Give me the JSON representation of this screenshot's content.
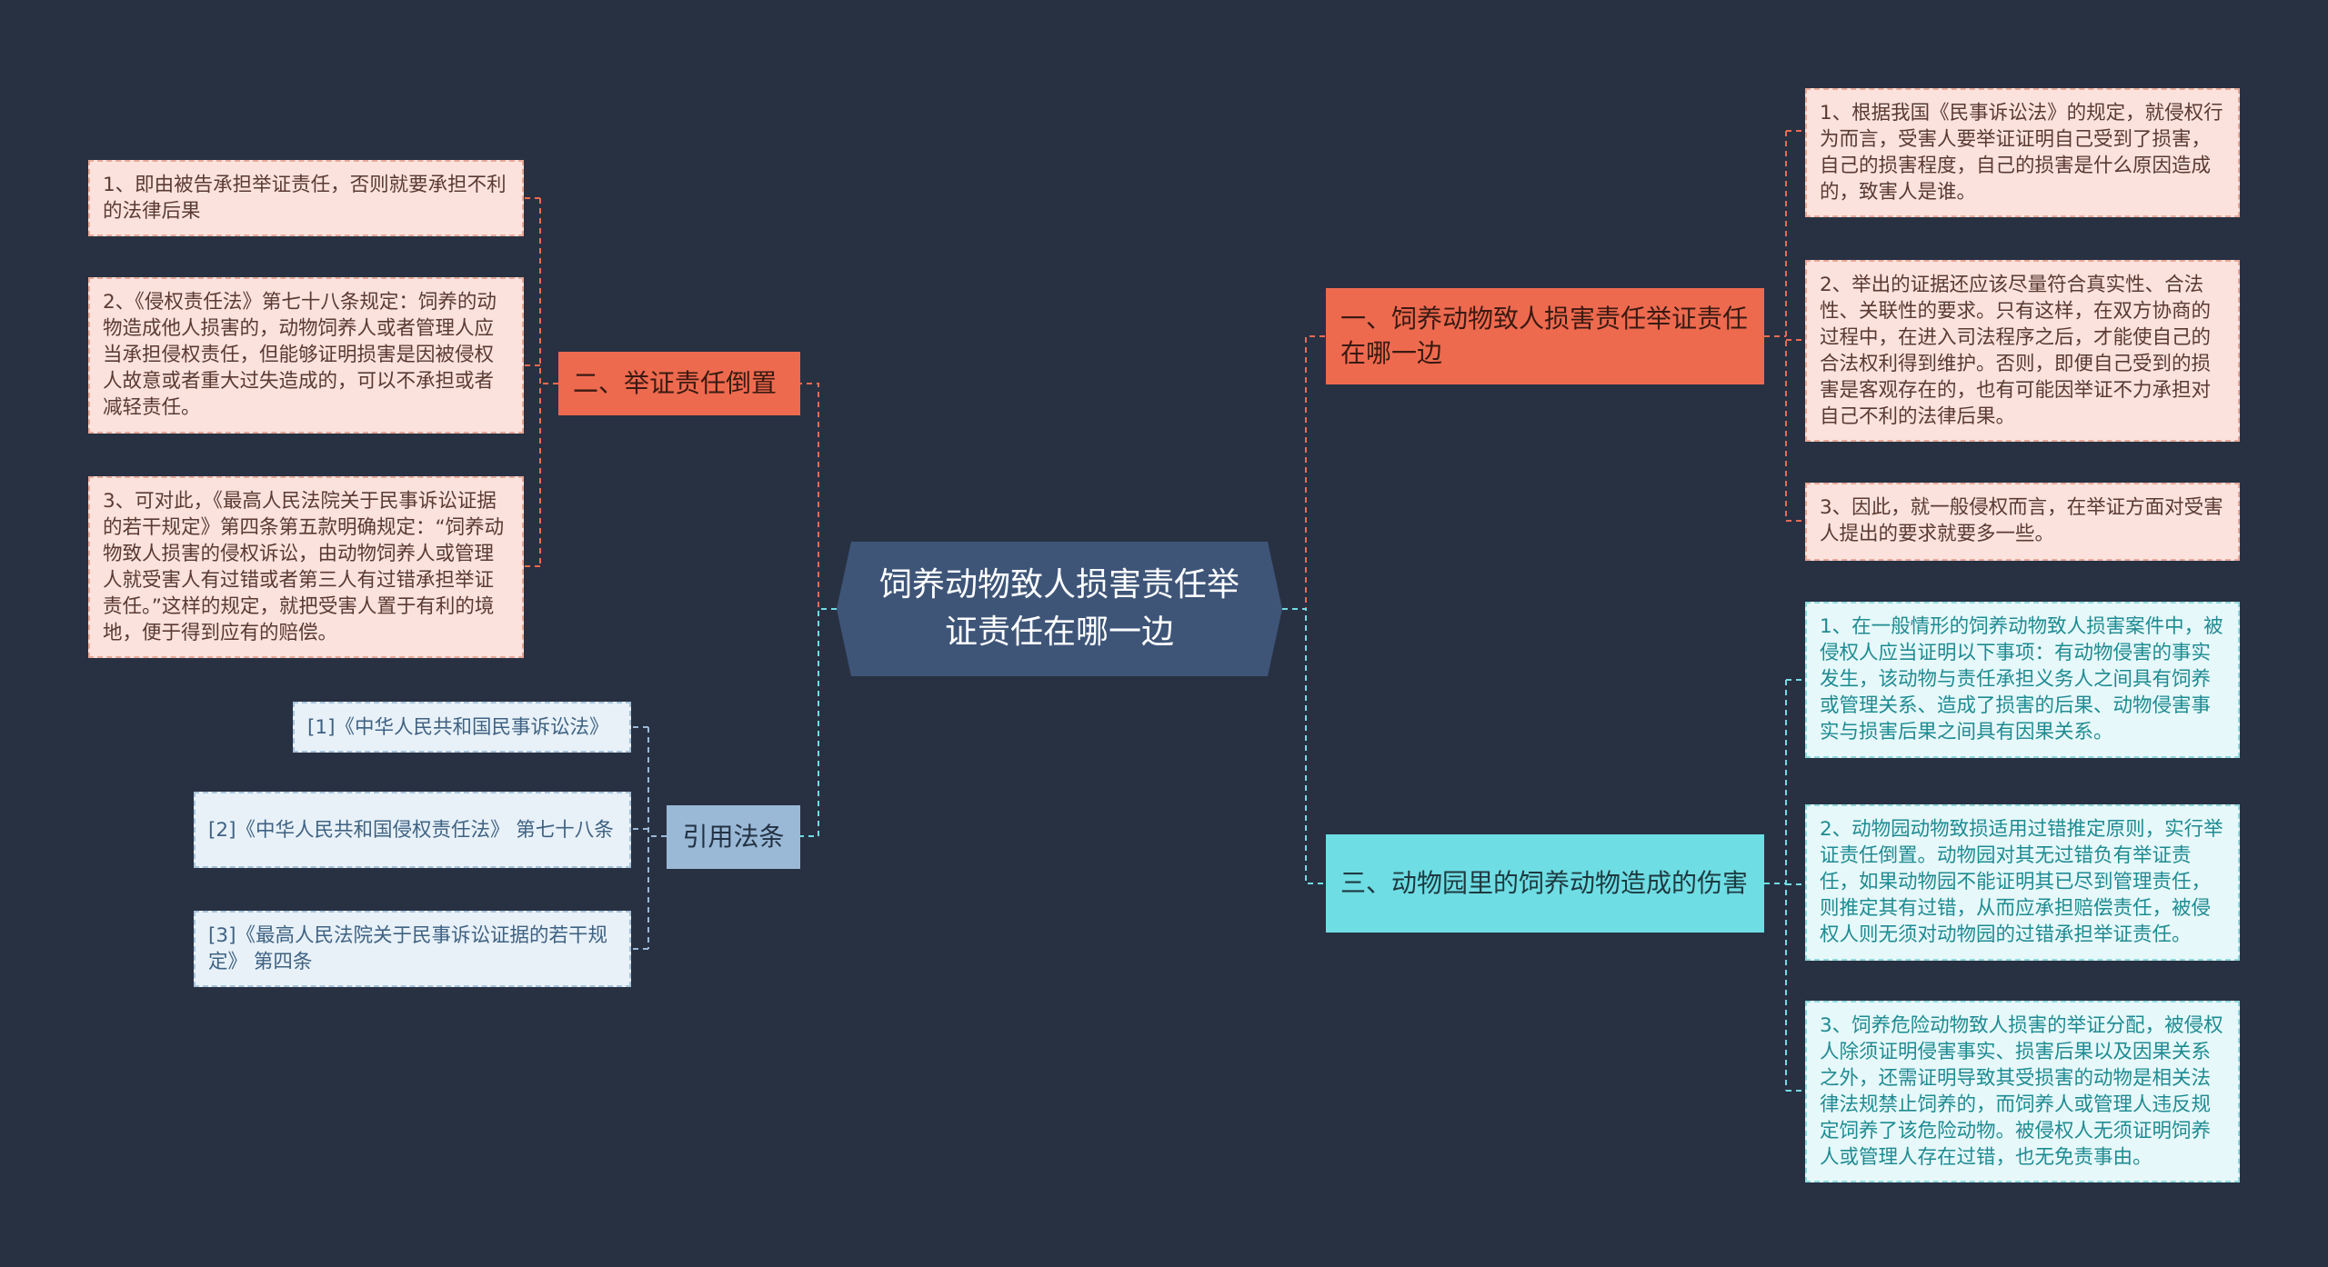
{
  "center": {
    "title": "饲养动物致人损害责任举证责任在哪一边"
  },
  "branches": {
    "b1": {
      "title": "一、饲养动物致人损害责任举证责任在哪一边"
    },
    "b2": {
      "title": "二、举证责任倒置"
    },
    "b3": {
      "title": "三、动物园里的饲养动物造成的伤害"
    },
    "b4": {
      "title": "引用法条"
    }
  },
  "leaves": {
    "b1": [
      "1、根据我国《民事诉讼法》的规定，就侵权行为而言，受害人要举证证明自己受到了损害，自己的损害程度，自己的损害是什么原因造成的，致害人是谁。",
      "2、举出的证据还应该尽量符合真实性、合法性、关联性的要求。只有这样，在双方协商的过程中，在进入司法程序之后，才能使自己的合法权利得到维护。否则，即便自己受到的损害是客观存在的，也有可能因举证不力承担对自己不利的法律后果。",
      "3、因此，就一般侵权而言，在举证方面对受害人提出的要求就要多一些。"
    ],
    "b2": [
      "1、即由被告承担举证责任，否则就要承担不利的法律后果",
      "2、《侵权责任法》第七十八条规定：饲养的动物造成他人损害的，动物饲养人或者管理人应当承担侵权责任，但能够证明损害是因被侵权人故意或者重大过失造成的，可以不承担或者减轻责任。",
      "3、可对此，《最高人民法院关于民事诉讼证据的若干规定》第四条第五款明确规定：“饲养动物致人损害的侵权诉讼，由动物饲养人或管理人就受害人有过错或者第三人有过错承担举证责任。”这样的规定，就把受害人置于有利的境地，便于得到应有的赔偿。"
    ],
    "b3": [
      "1、在一般情形的饲养动物致人损害案件中，被侵权人应当证明以下事项：有动物侵害的事实发生，该动物与责任承担义务人之间具有饲养或管理关系、造成了损害的后果、动物侵害事实与损害后果之间具有因果关系。",
      "2、动物园动物致损适用过错推定原则，实行举证责任倒置。动物园对其无过错负有举证责任，如果动物园不能证明其已尽到管理责任，则推定其有过错，从而应承担赔偿责任，被侵权人则无须对动物园的过错承担举证责任。",
      "3、饲养危险动物致人损害的举证分配，被侵权人除须证明侵害事实、损害后果以及因果关系之外，还需证明导致其受损害的动物是相关法律法规禁止饲养的，而饲养人或管理人违反规定饲养了该危险动物。被侵权人无须证明饲养人或管理人存在过错，也无免责事由。"
    ],
    "b4": [
      "[1]《中华人民共和国民事诉讼法》",
      "[2]《中华人民共和国侵权责任法》 第七十八条",
      "[3]《最高人民法院关于民事诉讼证据的若干规定》 第四条"
    ]
  },
  "colors": {
    "background": "#283142",
    "center": "#3e5578",
    "orange": "#ee6a4f",
    "cyan": "#6fdde4",
    "blue": "#9ab9d6",
    "pink_leaf": "#fbe2dc",
    "cyan_leaf": "#e6f8f9",
    "blue_leaf": "#e8f1f8"
  }
}
